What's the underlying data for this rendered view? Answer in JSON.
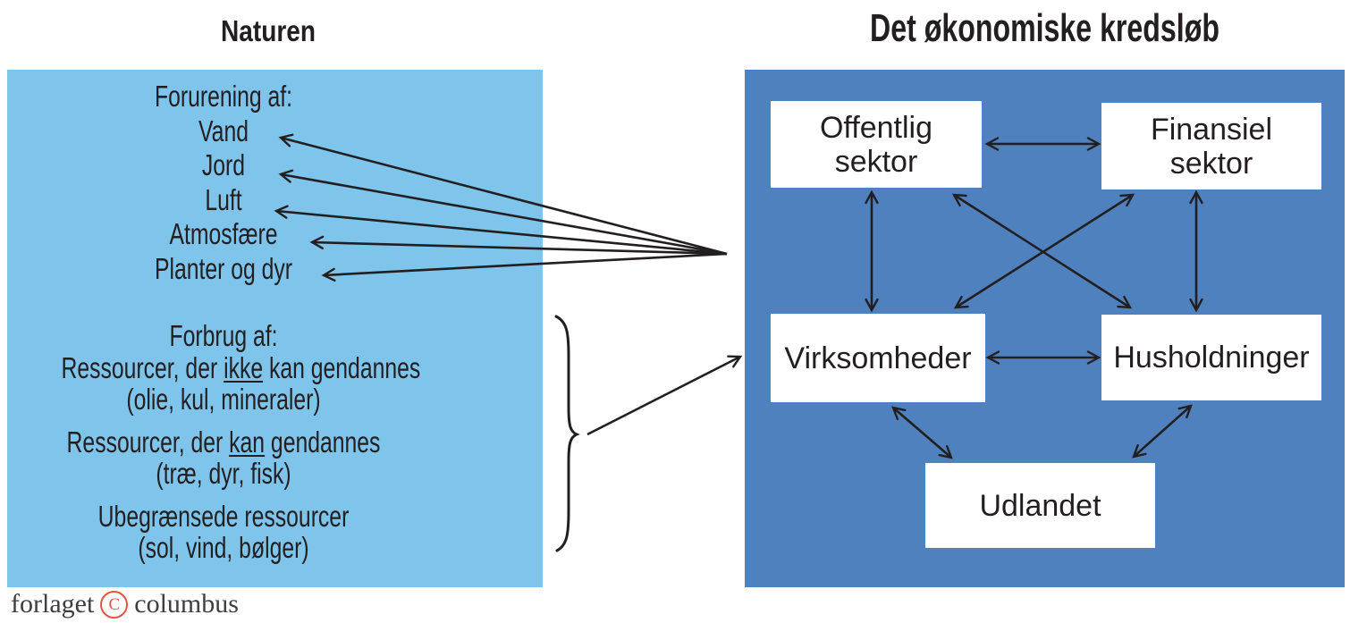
{
  "colors": {
    "light_blue": "#7EC4EB",
    "dark_blue": "#4E81BD",
    "ink": "#231F20",
    "node_fill": "#FFFFFF",
    "logo_red": "#E25540",
    "logo_gray": "#3E3E3E"
  },
  "left_panel": {
    "title": "Naturen",
    "pollution": {
      "heading": "Forurening af:",
      "items": [
        "Vand",
        "Jord",
        "Luft",
        "Atmosfære",
        "Planter og dyr"
      ]
    },
    "consumption": {
      "heading": "Forbrug af:",
      "groups": [
        {
          "prefix": "Ressourcer, der ",
          "emphasis": "ikke",
          "suffix": " kan gendannes",
          "detail": "(olie, kul, mineraler)"
        },
        {
          "prefix": "Ressourcer, der ",
          "emphasis": "kan",
          "suffix": " gendannes",
          "detail": "(træ, dyr, fisk)"
        },
        {
          "prefix": "",
          "emphasis": "",
          "suffix": "Ubegrænsede ressourcer",
          "detail": "(sol, vind, bølger)"
        }
      ]
    }
  },
  "right_panel": {
    "title": "Det økonomiske kredsløb",
    "nodes": {
      "offentlig": {
        "line1": "Offentlig",
        "line2": "sektor"
      },
      "finansiel": {
        "line1": "Finansiel",
        "line2": "sektor"
      },
      "virksomheder": {
        "label": "Virksomheder"
      },
      "husholdninger": {
        "label": "Husholdninger"
      },
      "udlandet": {
        "label": "Udlandet"
      }
    },
    "connections": [
      {
        "from": "Offentlig sektor",
        "to": "Finansiel sektor",
        "style": "bidirectional"
      },
      {
        "from": "Offentlig sektor",
        "to": "Virksomheder",
        "style": "bidirectional"
      },
      {
        "from": "Offentlig sektor",
        "to": "Husholdninger",
        "style": "bidirectional"
      },
      {
        "from": "Finansiel sektor",
        "to": "Husholdninger",
        "style": "bidirectional"
      },
      {
        "from": "Finansiel sektor",
        "to": "Virksomheder",
        "style": "bidirectional"
      },
      {
        "from": "Virksomheder",
        "to": "Husholdninger",
        "style": "bidirectional"
      },
      {
        "from": "Virksomheder",
        "to": "Udlandet",
        "style": "bidirectional"
      },
      {
        "from": "Husholdninger",
        "to": "Udlandet",
        "style": "bidirectional"
      }
    ],
    "cross_panel_arrows": {
      "pollution_targets": [
        "Vand",
        "Jord",
        "Luft",
        "Atmosfære",
        "Planter og dyr"
      ],
      "consumption_brace_arrow_to": "Det økonomiske kredsløb"
    }
  },
  "footer": {
    "logo_word_left": "forlaget",
    "logo_symbol": "C",
    "logo_word_right": "columbus"
  }
}
